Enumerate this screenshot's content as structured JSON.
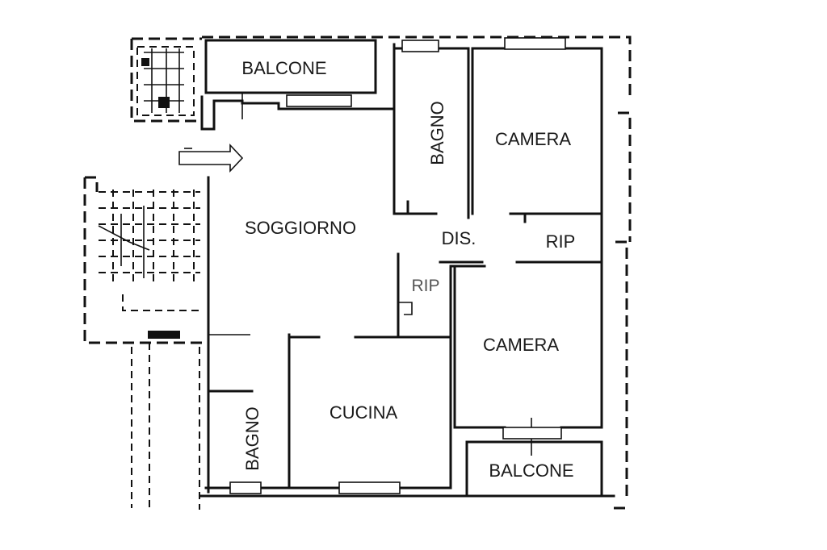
{
  "rooms": {
    "balcone_top": "BALCONE",
    "bagno_top": "BAGNO",
    "camera_top": "CAMERA",
    "soggiorno": "SOGGIORNO",
    "dis": "DIS.",
    "rip_right": "RIP",
    "rip_small": "RIP",
    "camera_bottom": "CAMERA",
    "cucina": "CUCINA",
    "bagno_bottom": "BAGNO",
    "balcone_bottom": "BALCONE"
  },
  "colors": {
    "line": "#111111",
    "text": "#1a1a1a",
    "secondary_text": "#555555",
    "background": "#ffffff"
  },
  "icons": {
    "entrance": "entrance-arrow-icon"
  }
}
